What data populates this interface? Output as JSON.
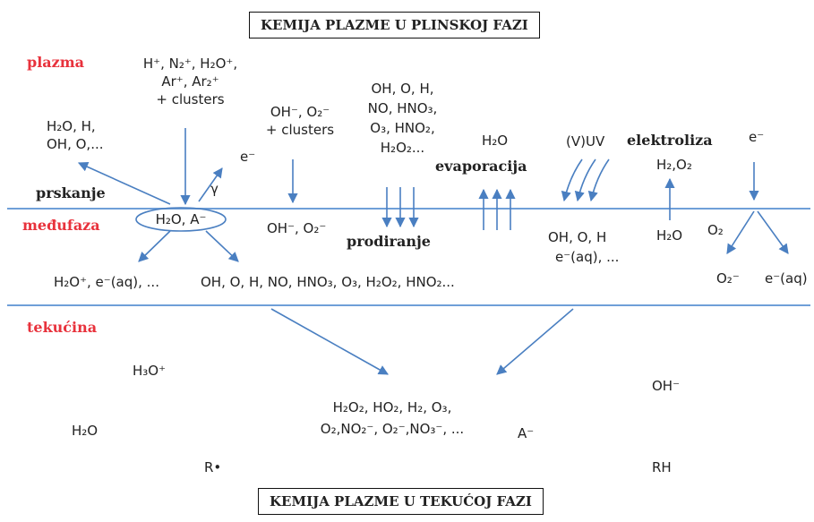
{
  "titles": {
    "gas_phase": "KEMIJA PLAZME U PLINSKOJ FAZI",
    "liquid_phase": "KEMIJA PLAZME U TEKUĆOJ FAZI"
  },
  "regions": {
    "plasma": "plazma",
    "interface": "međufaza",
    "liquid": "tekućina"
  },
  "processes": {
    "sputtering": "prskanje",
    "penetration": "prodiranje",
    "evaporation": "evaporacija",
    "electrolysis": "elektroliza",
    "uv": "(V)UV",
    "gamma": "γ"
  },
  "species": {
    "plasma_ions_1": "H⁺, N₂⁺, H₂O⁺,",
    "plasma_ions_2": "Ar⁺, Ar₂⁺",
    "plasma_ions_3": "+ clusters",
    "sputter_products_1": "H₂O, H,",
    "sputter_products_2": "OH, O,...",
    "electron_out": "e⁻",
    "anions_1": "OH⁻, O₂⁻",
    "anions_2": "+ clusters",
    "neutrals_1": "OH, O, H,",
    "neutrals_2": "NO, HNO₃,",
    "neutrals_3": "O₃, HNO₂,",
    "neutrals_4": "H₂O₂...",
    "water_vapor": "H₂O",
    "electrolysis_products": "H₂,O₂",
    "electron_in": "e⁻",
    "interface_core": "H₂O, A⁻",
    "interface_anions": "OH⁻, O₂⁻",
    "interface_uv_products_1": "OH, O, H",
    "interface_uv_products_2": "e⁻(aq), ...",
    "interface_water": "H₂O",
    "interface_o2": "O₂",
    "interface_left_products": "H₂O⁺, e⁻(aq), ...",
    "interface_mid_products": "OH, O, H, NO, HNO₃, O₃, H₂O₂, HNO₂...",
    "superoxide": "O₂⁻",
    "solvated_electron": "e⁻(aq)",
    "liquid_h3o": "H₃O⁺",
    "liquid_h2o": "H₂O",
    "liquid_radical": "R•",
    "liquid_center_1": "H₂O₂, HO₂, H₂, O₃,",
    "liquid_center_2": "O₂,NO₂⁻, O₂⁻,NO₃⁻, ...",
    "liquid_anion": "A⁻",
    "liquid_oh": "OH⁻",
    "liquid_rh": "RH"
  },
  "colors": {
    "region_label": "#e8323c",
    "arrow": "#4a7fc1",
    "boundary_line": "#6f9fd8"
  }
}
